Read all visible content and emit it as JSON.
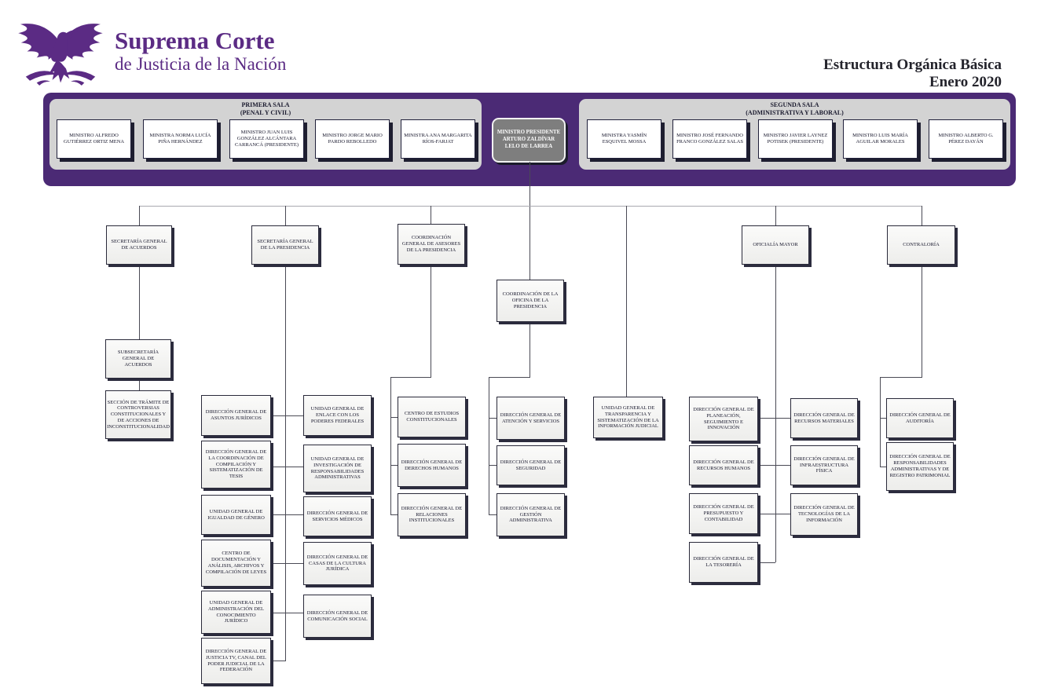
{
  "header": {
    "logo_title": "Suprema Corte",
    "logo_subtitle": "de Justicia de la Nación",
    "doc_title_line1": "Estructura Orgánica Básica",
    "doc_title_line2": "Enero 2020"
  },
  "colors": {
    "banner_purple": "#4b2a75",
    "logo_purple": "#5b2b84",
    "panel_gray": "#d3d3d3",
    "president_gray": "#7e7e7e",
    "box_shadow": "#2c2c3e"
  },
  "banner": {
    "primera_sala": {
      "title": "PRIMERA SALA",
      "subtitle": "(PENAL Y CIVIL)",
      "ministers": [
        "MINISTRO ALFREDO GUTIÉRREZ ORTIZ MENA",
        "MINISTRA NORMA LUCÍA PIÑA HERNÁNDEZ",
        "MINISTRO JUAN LUIS GONZÁLEZ ALCÁNTARA CARRANCÁ (PRESIDENTE)",
        "MINISTRO JORGE MARIO PARDO REBOLLEDO",
        "MINISTRA ANA MARGARITA RÍOS-FARJAT"
      ]
    },
    "president": "MINISTRO PRESIDENTE ARTURO ZALDÍVAR LELO DE LARREA",
    "segunda_sala": {
      "title": "SEGUNDA SALA",
      "subtitle": "(ADMINISTRATIVA Y LABORAL)",
      "ministers": [
        "MINISTRA YASMÍN ESQUIVEL MOSSA",
        "MINISTRO JOSÉ FERNANDO FRANCO GONZÁLEZ SALAS",
        "MINISTRO JAVIER LAYNEZ POTISEK (PRESIDENTE)",
        "MINISTRO LUIS MARÍA AGUILAR MORALES",
        "MINISTRO ALBERTO G. PÉREZ DAYÁN"
      ]
    }
  },
  "org": {
    "acuerdos": {
      "label": "SECRETARÍA GENERAL DE ACUERDOS",
      "children": [
        "SUBSECRETARÍA GENERAL DE ACUERDOS",
        "SECCIÓN DE TRÁMITE DE CONTROVERSIAS CONSTITUCIONALES Y DE ACCIONES DE INCONSTITUCIONALIDAD"
      ]
    },
    "presidencia": {
      "label": "SECRETARÍA GENERAL DE LA PRESIDENCIA",
      "left": [
        "DIRECCIÓN GENERAL DE ASUNTOS JURÍDICOS",
        "DIRECCIÓN GENERAL DE LA COORDINACIÓN DE COMPILACIÓN Y SISTEMATIZACIÓN DE TESIS",
        "UNIDAD GENERAL DE IGUALDAD DE GÉNERO",
        "CENTRO DE DOCUMENTACIÓN Y ANÁLISIS, ARCHIVOS Y COMPILACIÓN DE LEYES",
        "UNIDAD GENERAL DE ADMINISTRACIÓN DEL CONOCIMIENTO JURÍDICO",
        "DIRECCIÓN GENERAL DE JUSTICIA TV, CANAL DEL PODER JUDICIAL DE LA FEDERACIÓN"
      ],
      "right": [
        "UNIDAD GENERAL DE ENLACE CON LOS PODERES FEDERALES",
        "UNIDAD GENERAL DE INVESTIGACIÓN DE RESPONSABILIDADES ADMINISTRATIVAS",
        "DIRECCIÓN GENERAL DE SERVICIOS MÉDICOS",
        "DIRECCIÓN GENERAL DE CASAS DE LA CULTURA JURÍDICA",
        "DIRECCIÓN GENERAL DE COMUNICACIÓN SOCIAL"
      ]
    },
    "asesores": {
      "label": "COORDINACIÓN GENERAL DE ASESORES DE LA PRESIDENCIA",
      "children": [
        "CENTRO DE ESTUDIOS CONSTITUCIONALES",
        "DIRECCIÓN GENERAL DE DERECHOS HUMANOS",
        "DIRECCIÓN GENERAL DE RELACIONES INSTITUCIONALES"
      ]
    },
    "oficina": {
      "label": "COORDINACIÓN DE LA OFICINA DE LA PRESIDENCIA",
      "children": [
        "DIRECCIÓN GENERAL DE ATENCIÓN Y SERVICIOS",
        "DIRECCIÓN GENERAL DE SEGURIDAD",
        "DIRECCIÓN GENERAL DE GESTIÓN ADMINISTRATIVA"
      ]
    },
    "transparencia": {
      "label": "UNIDAD GENERAL DE TRANSPARENCIA Y SISTEMATIZACIÓN DE LA INFORMACIÓN JUDICIAL"
    },
    "oficialia": {
      "label": "OFICIALÍA MAYOR",
      "left": [
        "DIRECCIÓN GENERAL DE PLANEACIÓN, SEGUIMIENTO E INNOVACIÓN",
        "DIRECCIÓN GENERAL DE RECURSOS HUMANOS",
        "DIRECCIÓN GENERAL DE PRESUPUESTO Y CONTABILIDAD",
        "DIRECCIÓN GENERAL DE LA TESORERÍA"
      ],
      "right": [
        "DIRECCIÓN GENERAL DE RECURSOS MATERIALES",
        "DIRECCIÓN GENERAL DE INFRAESTRUCTURA FÍSICA",
        "DIRECCIÓN GENERAL DE TECNOLOGÍAS DE LA INFORMACIÓN"
      ]
    },
    "contraloria": {
      "label": "CONTRALORÍA",
      "children": [
        "DIRECCIÓN GENERAL DE AUDITORÍA",
        "DIRECCIÓN GENERAL DE RESPONSABILIDADES ADMINISTRATIVAS Y DE REGISTRO PATRIMONIAL"
      ]
    }
  }
}
